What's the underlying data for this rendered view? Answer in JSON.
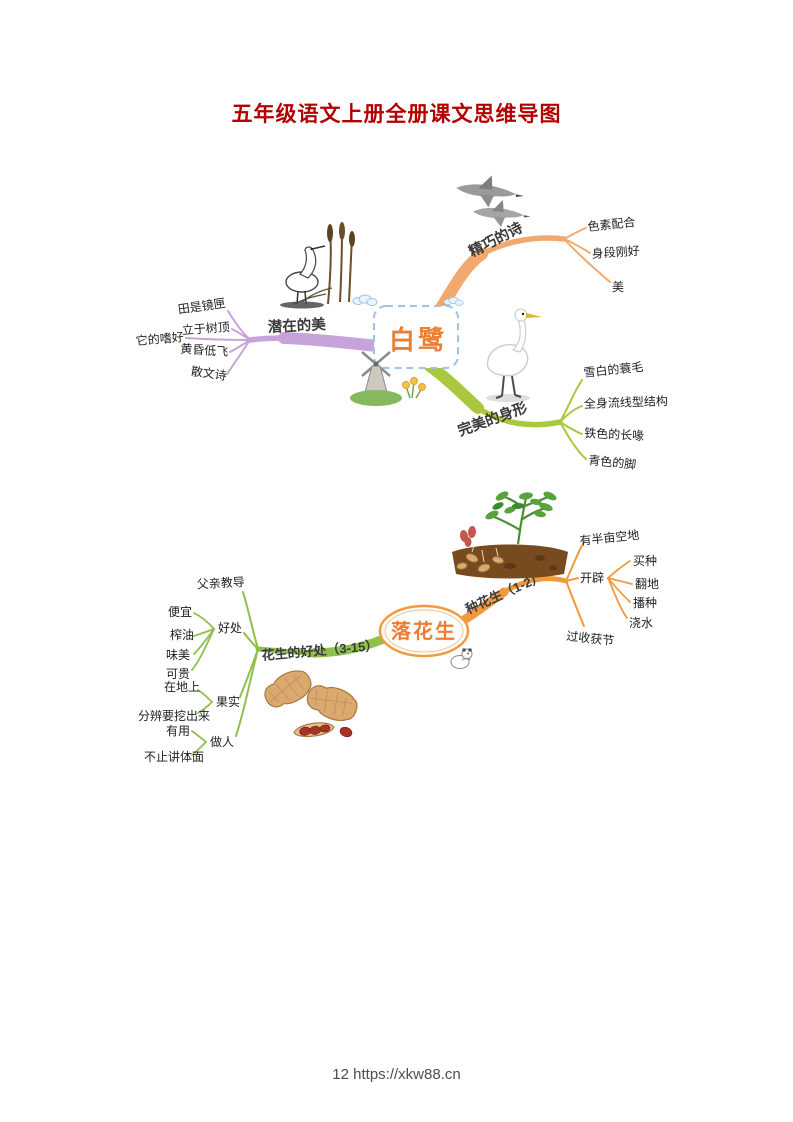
{
  "page": {
    "title": "五年级语文上册全册课文思维导图",
    "footer": "12 https://xkw88.cn"
  },
  "colors": {
    "title": "#b30000",
    "center_text": "#ed7d31",
    "map1_orange": "#f2a96e",
    "map1_purple": "#c7a3dc",
    "map1_green": "#a9c83d",
    "map2_orange": "#ef9a3d",
    "map2_green": "#8fbf4d"
  },
  "map1": {
    "center": "白鹭",
    "poem": {
      "label": "精巧的诗",
      "c0": "色素配合",
      "c1": "身段刚好",
      "c2": "美"
    },
    "beauty": {
      "label": "潜在的美",
      "hobby": "它的嗜好",
      "c0": "田是镜匣",
      "c1": "立于树顶",
      "c2": "黄昏低飞",
      "c3": "散文诗"
    },
    "body": {
      "label": "完美的身形",
      "c0": "雪白的蓑毛",
      "c1": "全身流线型结构",
      "c2": "铁色的长喙",
      "c3": "青色的脚"
    }
  },
  "map2": {
    "center": "落花生",
    "plant": {
      "label": "种花生（1-2）",
      "c0": "有半亩空地",
      "c1": "开辟",
      "c1_0": "买种",
      "c1_1": "翻地",
      "c1_2": "播种",
      "c1_3": "浇水",
      "c2": "过收获节"
    },
    "benefit": {
      "label": "花生的好处（3-15）",
      "c0": "父亲教导",
      "c1": "好处",
      "c1_0": "便宜",
      "c1_1": "榨油",
      "c1_2": "味美",
      "c1_3": "可贵",
      "c2": "果实",
      "c2_0": "在地上",
      "c2_1": "分辨要挖出来",
      "c3": "做人",
      "c3_0": "有用",
      "c3_1": "不止讲体面"
    }
  }
}
